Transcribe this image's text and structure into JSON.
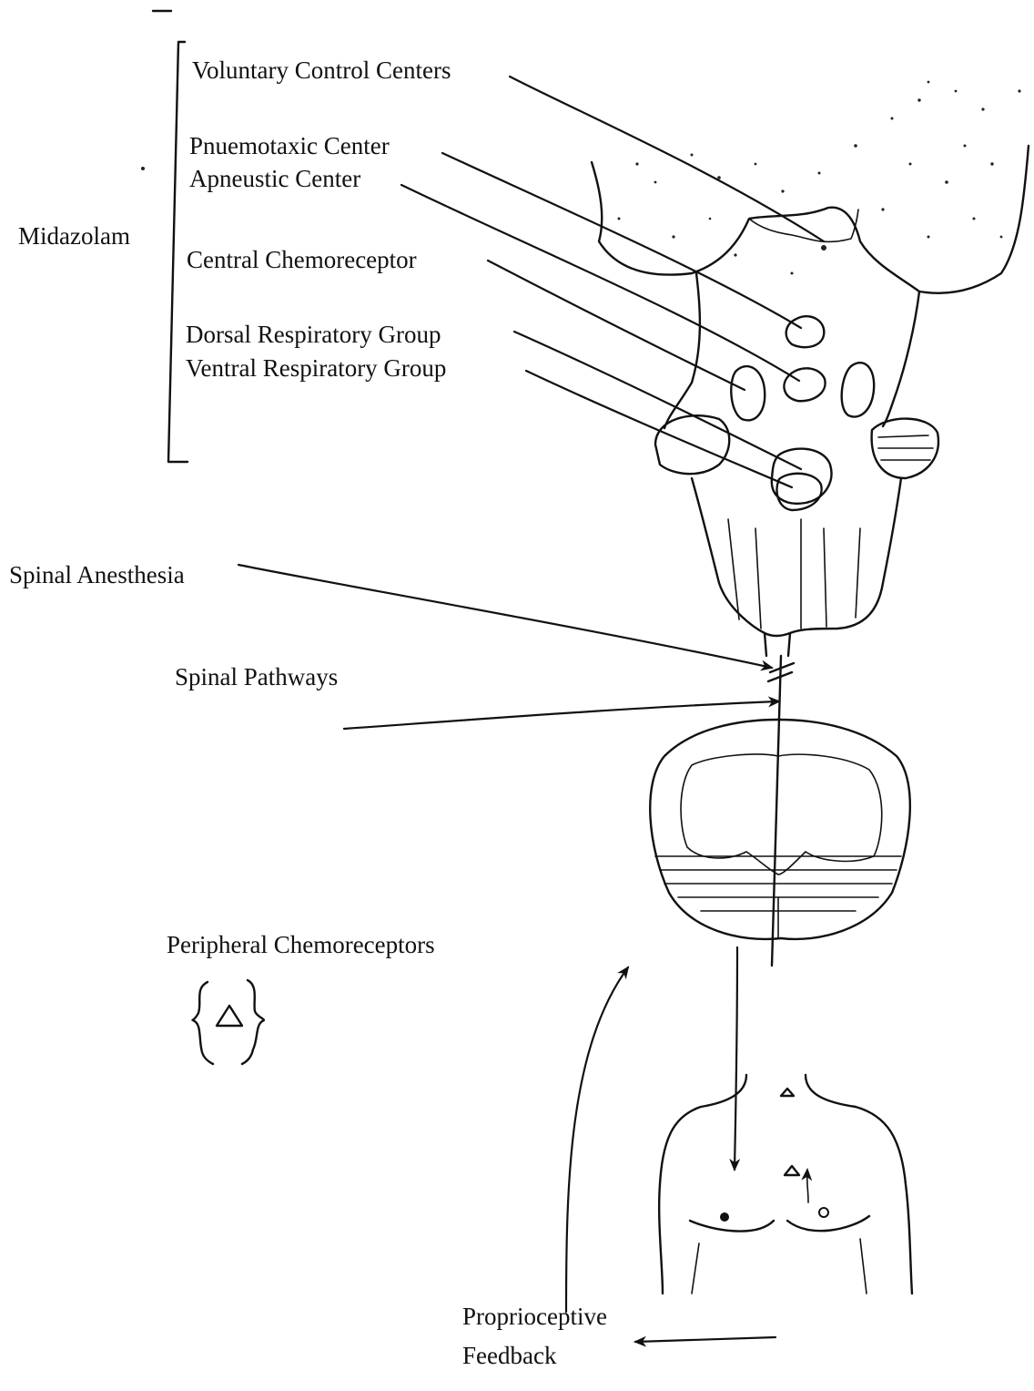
{
  "labels": {
    "voluntary_control_centers": "Voluntary Control Centers",
    "pnuemotaxic_center": "Pnuemotaxic Center",
    "apneustic_center": "Apneustic Center",
    "central_chemoreceptor": "Central Chemoreceptor",
    "dorsal_respiratory_group": "Dorsal Respiratory Group",
    "ventral_respiratory_group": "Ventral Respiratory Group",
    "midazolam": "Midazolam",
    "spinal_anesthesia": "Spinal  Anesthesia",
    "spinal_pathways": "Spinal Pathways",
    "peripheral_chemoreceptors": "Peripheral Chemoreceptors",
    "proprioceptive": "Proprioceptive",
    "feedback": "Feedback"
  },
  "symbols": {
    "chemoreceptor_marker": "triangle-marker-icon",
    "bracket": "brace-bracket-icon"
  },
  "colors": {
    "ink": "#111111",
    "background": "#ffffff"
  }
}
